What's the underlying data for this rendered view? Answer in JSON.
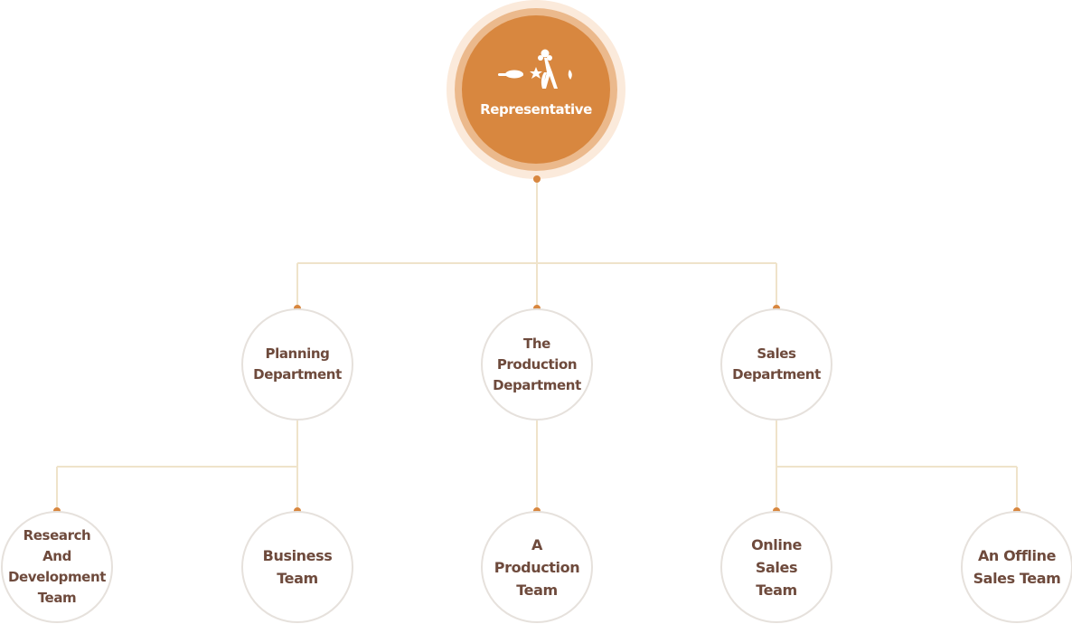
{
  "colors": {
    "accent": "#d8873f",
    "connector": "#efe3ca",
    "node_border": "#e6e1dc",
    "node_text": "#6e4a3c"
  },
  "root": {
    "label": "Representative",
    "logo_icon": "company-logo-icon"
  },
  "departments": [
    {
      "id": "planning",
      "label": "Planning\nDepartment"
    },
    {
      "id": "production",
      "label": "The\nProduction\nDepartment"
    },
    {
      "id": "sales",
      "label": "Sales\nDepartment"
    }
  ],
  "teams": [
    {
      "id": "research",
      "label": "Research\nAnd\nDevelopment\nTeam"
    },
    {
      "id": "business",
      "label": "Business\nTeam"
    },
    {
      "id": "a-production",
      "label": "A\nProduction\nTeam"
    },
    {
      "id": "online-sales",
      "label": "Online\nSales\nTeam"
    },
    {
      "id": "offline-sales",
      "label": "An Offline\nSales Team"
    }
  ]
}
